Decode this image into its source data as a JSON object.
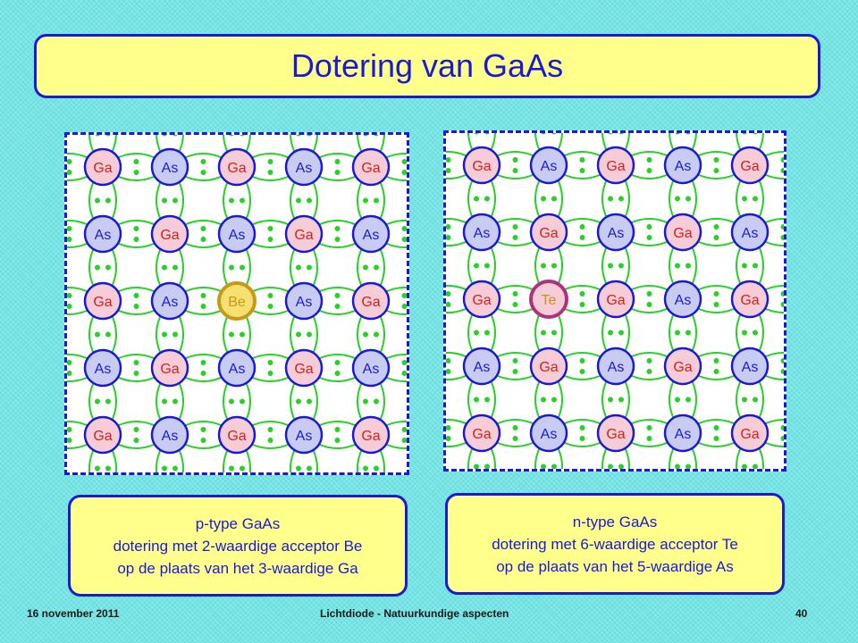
{
  "slide": {
    "title": "Dotering van GaAs",
    "colors": {
      "title_text": "#1a1ad6",
      "box_fill": "#ffff8c",
      "ga_fill": "#f6cdd6",
      "as_fill": "#c9ccf2",
      "ga_text": "#d42020",
      "as_text": "#1a1ad6",
      "bond_color": "#28d028",
      "be_fill": "#f5e070",
      "be_ring": "#c89818",
      "be_text": "#c89818",
      "te_fill": "#f6cdd6",
      "te_ring": "#b03080",
      "te_text": "#d48a20"
    }
  },
  "lattices": [
    {
      "name": "p-type",
      "rows": [
        [
          "Ga",
          "As",
          "Ga",
          "As",
          "Ga"
        ],
        [
          "As",
          "Ga",
          "As",
          "Ga",
          "As"
        ],
        [
          "Ga",
          "As",
          "Be",
          "As",
          "Ga"
        ],
        [
          "As",
          "Ga",
          "As",
          "Ga",
          "As"
        ],
        [
          "Ga",
          "As",
          "Ga",
          "As",
          "Ga"
        ]
      ],
      "dopant": "Be"
    },
    {
      "name": "n-type",
      "rows": [
        [
          "Ga",
          "As",
          "Ga",
          "As",
          "Ga"
        ],
        [
          "As",
          "Ga",
          "As",
          "Ga",
          "As"
        ],
        [
          "Ga",
          "Te",
          "Ga",
          "As",
          "Ga"
        ],
        [
          "As",
          "Ga",
          "As",
          "Ga",
          "As"
        ],
        [
          "Ga",
          "As",
          "Ga",
          "As",
          "Ga"
        ]
      ],
      "dopant": "Te"
    }
  ],
  "captions": {
    "p_type": {
      "line1": "p-type GaAs",
      "line2": "dotering met 2-waardige acceptor Be",
      "line3": "op de plaats van het 3-waardige Ga"
    },
    "n_type": {
      "line1": "n-type GaAs",
      "line2": "dotering met 6-waardige acceptor Te",
      "line3": "op de plaats van het 5-waardige As"
    }
  },
  "footer": {
    "date": "16 november 2011",
    "center": "Lichtdiode - Natuurkundige aspecten",
    "page": "40"
  }
}
